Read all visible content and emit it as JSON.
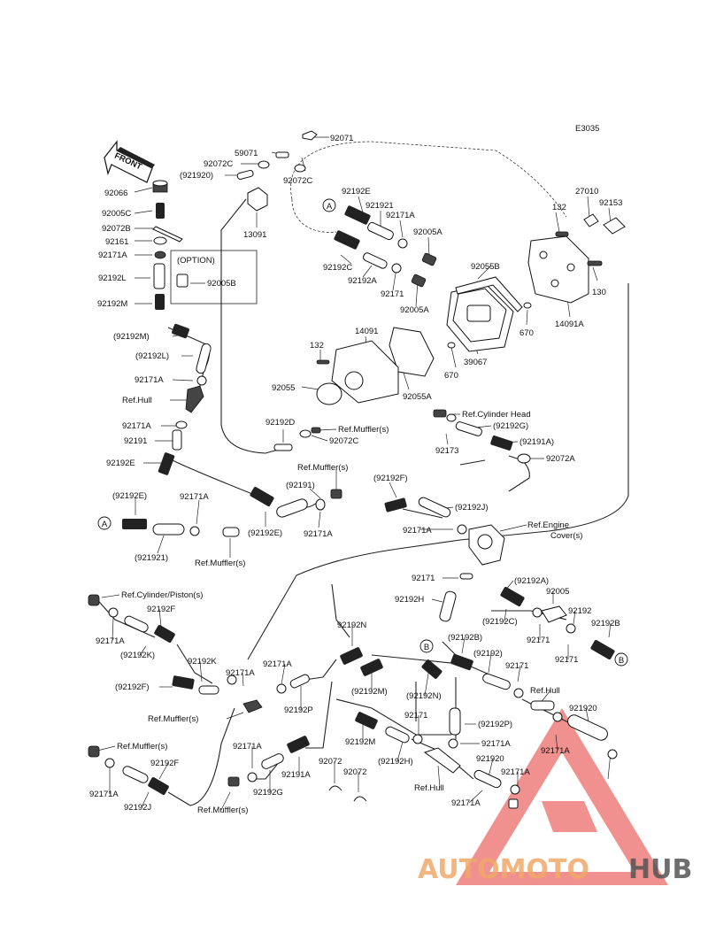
{
  "diagram_code": "E3035",
  "front_label": "FRONT",
  "option_label": "(OPTION)",
  "labels": [
    {
      "t": "92071"
    },
    {
      "t": "59071"
    },
    {
      "t": "92072C"
    },
    {
      "t": "(921920)"
    },
    {
      "t": "92072C"
    },
    {
      "t": "13091"
    },
    {
      "t": "92066"
    },
    {
      "t": "92005C"
    },
    {
      "t": "92072B"
    },
    {
      "t": "92161"
    },
    {
      "t": "92171A"
    },
    {
      "t": "92192L"
    },
    {
      "t": "92192M"
    },
    {
      "t": "92005B"
    },
    {
      "t": "92192E"
    },
    {
      "t": "921921"
    },
    {
      "t": "92171A"
    },
    {
      "t": "92005A"
    },
    {
      "t": "92192C"
    },
    {
      "t": "92192A"
    },
    {
      "t": "92171"
    },
    {
      "t": "92005A"
    },
    {
      "t": "92055B"
    },
    {
      "t": "132"
    },
    {
      "t": "27010"
    },
    {
      "t": "92153"
    },
    {
      "t": "130"
    },
    {
      "t": "14091A"
    },
    {
      "t": "670"
    },
    {
      "t": "39067"
    },
    {
      "t": "670"
    },
    {
      "t": "132"
    },
    {
      "t": "14091"
    },
    {
      "t": "92055"
    },
    {
      "t": "92055A"
    },
    {
      "t": "(92192M)"
    },
    {
      "t": "(92192L)"
    },
    {
      "t": "92171A"
    },
    {
      "t": "Ref.Hull"
    },
    {
      "t": "92171A"
    },
    {
      "t": "92191"
    },
    {
      "t": "92192E"
    },
    {
      "t": "92192D"
    },
    {
      "t": "Ref.Muffler(s)"
    },
    {
      "t": "92072C"
    },
    {
      "t": "Ref.Cylinder Head"
    },
    {
      "t": "(92192G)"
    },
    {
      "t": "(92191A)"
    },
    {
      "t": "92173"
    },
    {
      "t": "92072A"
    },
    {
      "t": "Ref.Muffler(s)"
    },
    {
      "t": "(92191)"
    },
    {
      "t": "(92192F)"
    },
    {
      "t": "(92192J)"
    },
    {
      "t": "(92192E)"
    },
    {
      "t": "92171A"
    },
    {
      "t": "(92192E)"
    },
    {
      "t": "92171A"
    },
    {
      "t": "92171A"
    },
    {
      "t": "Ref.Engine"
    },
    {
      "t": "Cover(s)"
    },
    {
      "t": "(921921)"
    },
    {
      "t": "Ref.Muffler(s)"
    },
    {
      "t": "92171"
    },
    {
      "t": "(92192A)"
    },
    {
      "t": "92005"
    },
    {
      "t": "92192H"
    },
    {
      "t": "(92192C)"
    },
    {
      "t": "92192"
    },
    {
      "t": "92192B"
    },
    {
      "t": "92171"
    },
    {
      "t": "92171"
    },
    {
      "t": "Ref.Cylinder/Piston(s)"
    },
    {
      "t": "92192F"
    },
    {
      "t": "92171A"
    },
    {
      "t": "(92192K)"
    },
    {
      "t": "92192K"
    },
    {
      "t": "(92192F)"
    },
    {
      "t": "92171A"
    },
    {
      "t": "92171A"
    },
    {
      "t": "Ref.Muffler(s)"
    },
    {
      "t": "92192N"
    },
    {
      "t": "(92192M)"
    },
    {
      "t": "92192P"
    },
    {
      "t": "(92192B)"
    },
    {
      "t": "(92192)"
    },
    {
      "t": "92171"
    },
    {
      "t": "(92192N)"
    },
    {
      "t": "Ref.Hull"
    },
    {
      "t": "921920"
    },
    {
      "t": "Ref.Muffler(s)"
    },
    {
      "t": "92171A"
    },
    {
      "t": "92192F"
    },
    {
      "t": "92192J"
    },
    {
      "t": "92171A"
    },
    {
      "t": "92192G"
    },
    {
      "t": "Ref.Muffler(s)"
    },
    {
      "t": "92191A"
    },
    {
      "t": "92192M"
    },
    {
      "t": "92072"
    },
    {
      "t": "92072"
    },
    {
      "t": "92171"
    },
    {
      "t": "(92192H)"
    },
    {
      "t": "(92192P)"
    },
    {
      "t": "92171A"
    },
    {
      "t": "Ref.Hull"
    },
    {
      "t": "921920"
    },
    {
      "t": "92171A"
    },
    {
      "t": "92171A"
    },
    {
      "t": "92171A"
    }
  ],
  "callouts": [
    "A",
    "A",
    "B",
    "B"
  ],
  "watermark": {
    "part1": "AUTOMOTO",
    "part2": "HUB",
    "color1": "#f0a96a",
    "color2": "#555555",
    "triangle_color": "#e53935"
  }
}
